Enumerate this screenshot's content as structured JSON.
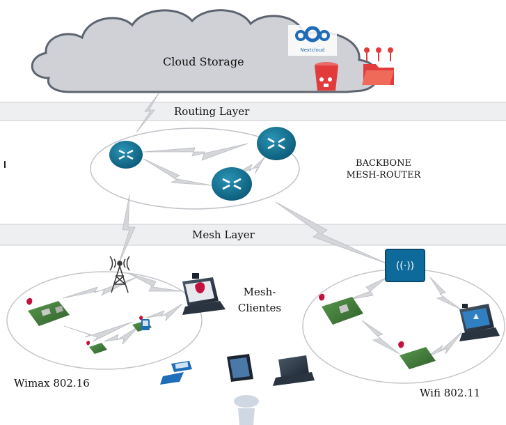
{
  "labels": {
    "cloud_storage": "Cloud Storage",
    "nextcloud": "Nextcloud",
    "routing_layer": "Routing Layer",
    "backbone_line1": "BACKBONE",
    "backbone_line2": "MESH-ROUTER",
    "mesh_layer": "Mesh Layer",
    "mesh_clients_line1": "Mesh-",
    "mesh_clients_line2": "Clientes",
    "wimax": "Wimax 802.16",
    "wifi": "Wifi 802.11"
  },
  "colors": {
    "cloud_fill": "#cfd1d6",
    "cloud_stroke": "#5c6470",
    "router_teal": "#0f6e8f",
    "band_gray": "#e6e7ea",
    "lightning": "#d4d6da",
    "nextcloud_blue": "#1e6bb8",
    "storage_red": "#e23b3b",
    "raspberry_red": "#c5113f",
    "pcb_green": "#3f7d3a"
  },
  "icons": [
    "nextcloud-logo-icon",
    "storage-bucket-icon",
    "shared-folder-icon",
    "router-icon",
    "wimax-tower-icon",
    "raspberry-pi-icon",
    "laptop-icon",
    "access-point-icon",
    "tablet-icon",
    "user-icon",
    "handheld-device-icon"
  ]
}
